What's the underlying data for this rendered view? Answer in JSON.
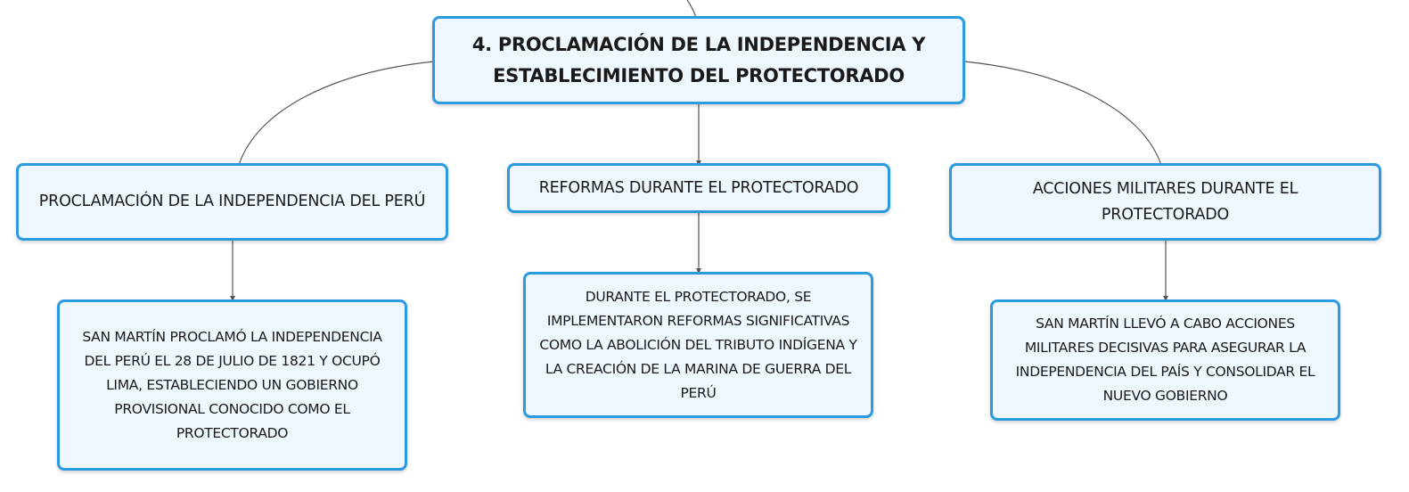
{
  "colors": {
    "node_border": "#2b9ae0",
    "node_fill": "#eef7fd",
    "connector": "#555555"
  },
  "root": {
    "text": "4. PROCLAMACIÓN DE LA INDEPENDENCIA Y ESTABLECIMIENTO DEL PROTECTORADO"
  },
  "branches": [
    {
      "text": "PROCLAMACIÓN DE LA INDEPENDENCIA DEL PERÚ",
      "detail": "SAN MARTÍN PROCLAMÓ LA INDEPENDENCIA DEL PERÚ EL 28 DE JULIO DE 1821 Y OCUPÓ LIMA, ESTABLECIENDO UN GOBIERNO PROVISIONAL CONOCIDO COMO EL PROTECTORADO"
    },
    {
      "text": "REFORMAS DURANTE EL PROTECTORADO",
      "detail": "DURANTE EL PROTECTORADO, SE IMPLEMENTARON REFORMAS SIGNIFICATIVAS COMO LA ABOLICIÓN DEL TRIBUTO INDÍGENA Y LA CREACIÓN DE LA MARINA DE GUERRA DEL PERÚ"
    },
    {
      "text": "ACCIONES MILITARES DURANTE EL PROTECTORADO",
      "detail": "SAN MARTÍN LLEVÓ A CABO ACCIONES MILITARES DECISIVAS PARA ASEGURAR LA INDEPENDENCIA DEL PAÍS Y CONSOLIDAR EL NUEVO GOBIERNO"
    }
  ]
}
